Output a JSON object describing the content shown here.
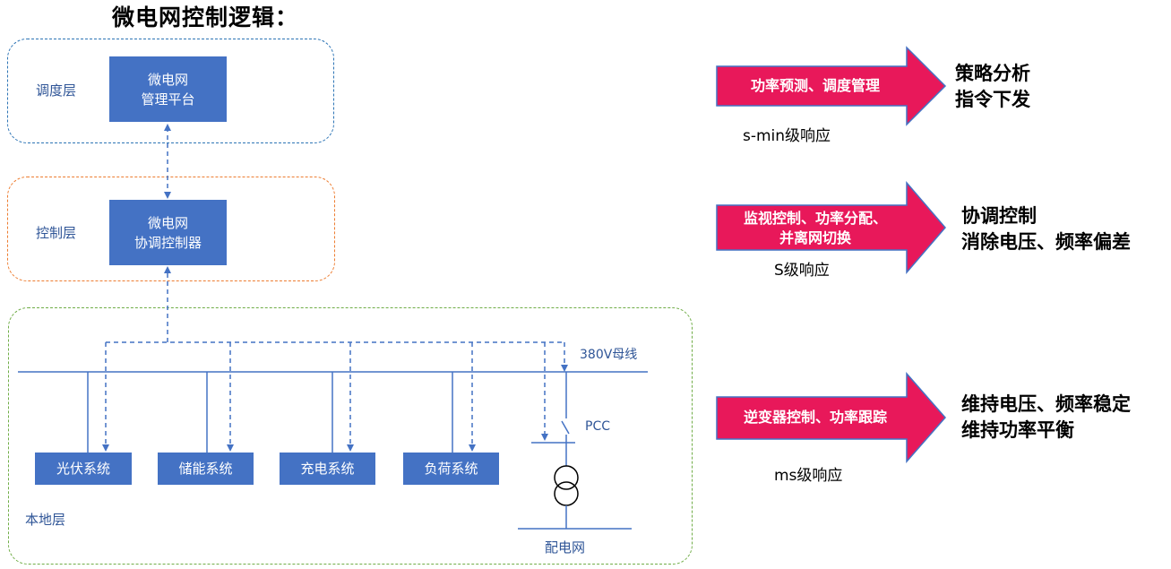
{
  "title": "微电网控制逻辑：",
  "layers": {
    "dispatch": "调度层",
    "control": "控制层",
    "local": "本地层"
  },
  "boxes": {
    "mgmt": {
      "line1": "微电网",
      "line2": "管理平台"
    },
    "coord": {
      "line1": "微电网",
      "line2": "协调控制器"
    },
    "pv": "光伏系统",
    "storage": "储能系统",
    "charging": "充电系统",
    "load": "负荷系统"
  },
  "labels": {
    "bus": "380V母线",
    "pcc": "PCC",
    "grid": "配电网"
  },
  "right_panel": [
    {
      "arrow_lines": [
        "功率预测、调度管理"
      ],
      "results": [
        "策略分析",
        "指令下发"
      ],
      "response": "s-min级响应"
    },
    {
      "arrow_lines": [
        "监视控制、功率分配、",
        "并离网切换"
      ],
      "results": [
        "协调控制",
        "消除电压、频率偏差"
      ],
      "response": "S级响应"
    },
    {
      "arrow_lines": [
        "逆变器控制、功率跟踪"
      ],
      "results": [
        "维持电压、频率稳定",
        "维持功率平衡"
      ],
      "response": "ms级响应"
    }
  ],
  "colors": {
    "arrow_fill": "#e8185a",
    "arrow_stroke": "#4472c4",
    "box_fill": "#4472c4",
    "dispatch_border": "#2e75b6",
    "control_border": "#ed7d31",
    "local_border": "#70ad47"
  }
}
